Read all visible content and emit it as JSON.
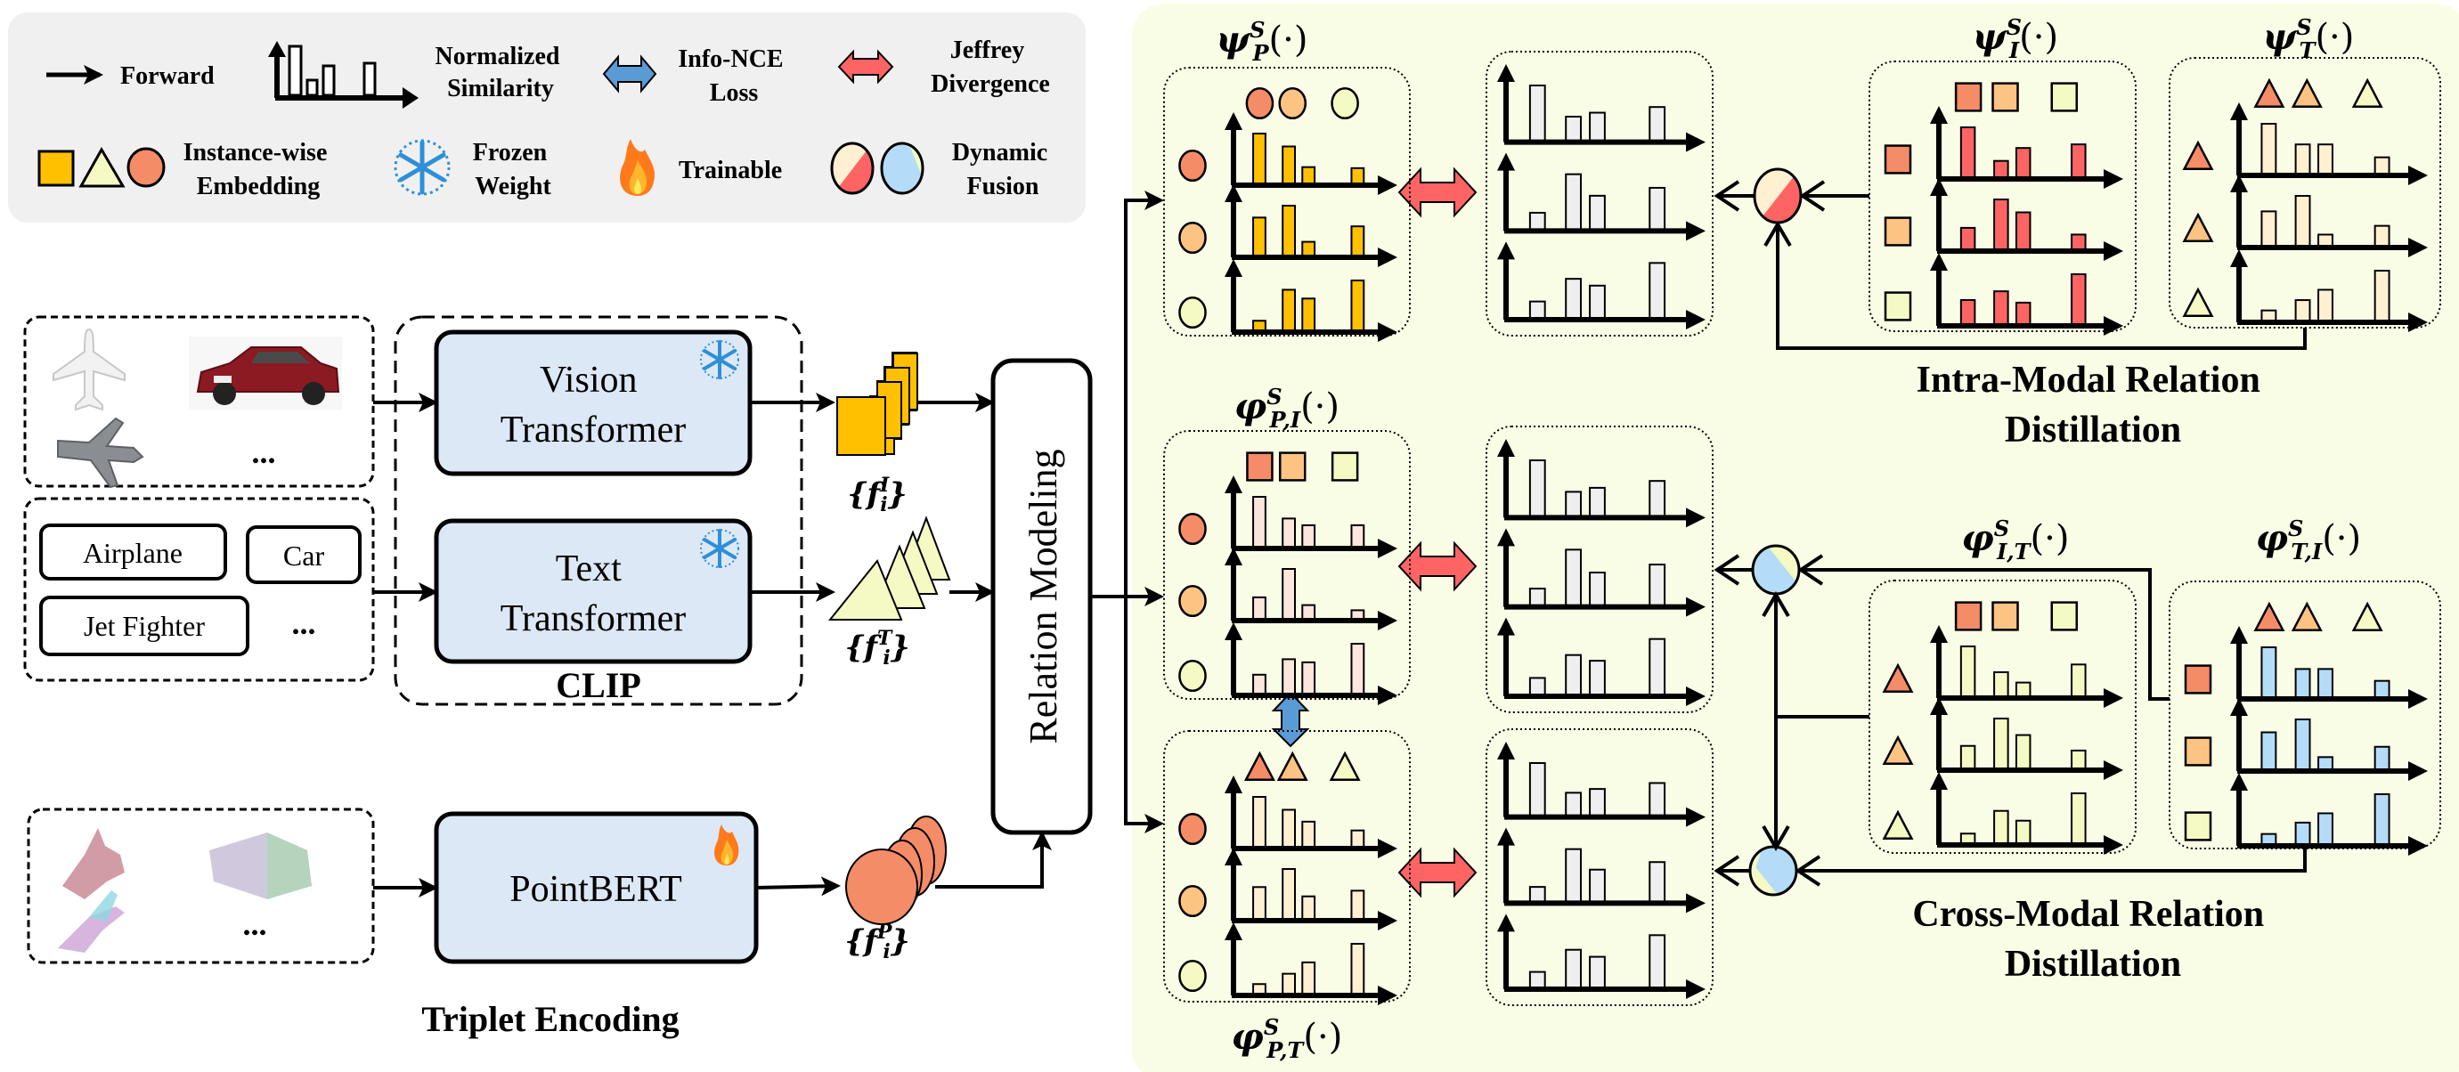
{
  "legend": {
    "forward": "Forward",
    "normalized_similarity": [
      "Normalized",
      "Similarity"
    ],
    "info_nce": [
      "Info-NCE",
      "Loss"
    ],
    "jeffrey": [
      "Jeffrey",
      "Divergence"
    ],
    "instance_embedding": [
      "Instance-wise",
      "Embedding"
    ],
    "frozen": [
      "Frozen",
      "Weight"
    ],
    "trainable": "Trainable",
    "dynamic_fusion": [
      "Dynamic",
      "Fusion"
    ]
  },
  "colors": {
    "legend_bg": "#f0f0f0",
    "panel_bg": "#fafde6",
    "encoder_fill": "#dce8f5",
    "image_embed": "#ffc000",
    "text_embed": "#f5fac4",
    "point_embed": "#f48c68",
    "inst1": "#f48c68",
    "inst2": "#fdc383",
    "inst3": "#f5fac4",
    "jeffrey_arrow": "#ff6464",
    "infonce_arrow": "#5b9bd5",
    "snowflake": "#2e8fd8",
    "grey_bar": "#efefef",
    "bar_psi_P": "#ffc000",
    "bar_psi_I": "#ff6464",
    "bar_psi_T": "#fff0d2",
    "bar_phi_PI": "#fde6dc",
    "bar_phi_PT": "#fff0d2",
    "bar_phi_IT": "#f5fac4",
    "bar_phi_TI": "#b4dcf8",
    "fusion_intra_a": "#fff0d2",
    "fusion_intra_b": "#ff6464",
    "fusion_cross_a": "#f5fac4",
    "fusion_cross_b": "#b4dcf8"
  },
  "inputs": {
    "text_labels": [
      "Airplane",
      "Car",
      "Jet Fighter",
      "..."
    ],
    "image_ellipsis": "...",
    "point_ellipsis": "..."
  },
  "encoders": {
    "vision": [
      "Vision",
      "Transformer"
    ],
    "text": [
      "Text",
      "Transformer"
    ],
    "point": "PointBERT",
    "clip_label": "CLIP",
    "section_label": "Triplet Encoding"
  },
  "features": {
    "image": {
      "base": "f",
      "sup": "I",
      "sub": "i"
    },
    "text": {
      "base": "f",
      "sup": "T",
      "sub": "i"
    },
    "point": {
      "base": "f",
      "sup": "P",
      "sub": "i"
    }
  },
  "relation_modeling": "Relation Modeling",
  "sections": {
    "intra": [
      "Intra-Modal Relation",
      "Distillation"
    ],
    "cross": [
      "Cross-Modal Relation",
      "Distillation"
    ]
  },
  "relation_blocks": [
    {
      "id": "psi_P",
      "sym": "ψ",
      "sup": "S",
      "sub": "P",
      "row_shape": "circle",
      "col_shape": "circle",
      "bar_color_key": "bar_psi_P",
      "bars": [
        [
          1.0,
          0.75,
          0.35,
          0.33
        ],
        [
          0.77,
          1.0,
          0.3,
          0.6
        ],
        [
          0.22,
          0.82,
          0.65,
          1.0
        ]
      ]
    },
    {
      "id": "psi_I",
      "sym": "ψ",
      "sup": "S",
      "sub": "I",
      "row_shape": "square",
      "col_shape": "square",
      "bar_color_key": "bar_psi_I",
      "bars": [
        [
          1.0,
          0.35,
          0.6,
          0.67
        ],
        [
          0.45,
          1.0,
          0.75,
          0.32
        ],
        [
          0.5,
          0.67,
          0.45,
          1.0
        ]
      ]
    },
    {
      "id": "psi_T",
      "sym": "ψ",
      "sup": "S",
      "sub": "T",
      "row_shape": "triangle",
      "col_shape": "triangle",
      "bar_color_key": "bar_psi_T",
      "bars": [
        [
          1.0,
          0.6,
          0.6,
          0.35
        ],
        [
          0.7,
          1.0,
          0.25,
          0.42
        ],
        [
          0.23,
          0.43,
          0.63,
          1.0
        ]
      ]
    },
    {
      "id": "phi_PI",
      "sym": "φ",
      "sup": "S",
      "sub": "P,I",
      "row_shape": "circle",
      "col_shape": "square",
      "bar_color_key": "bar_phi_PI",
      "bars": [
        [
          1.0,
          0.58,
          0.45,
          0.45
        ],
        [
          0.45,
          1.0,
          0.3,
          0.2
        ],
        [
          0.4,
          0.7,
          0.64,
          1.0
        ]
      ]
    },
    {
      "id": "phi_PT",
      "sym": "φ",
      "sup": "S",
      "sub": "P,T",
      "row_shape": "circle",
      "col_shape": "triangle",
      "bar_color_key": "bar_phi_PT",
      "bars": [
        [
          1.0,
          0.75,
          0.52,
          0.35
        ],
        [
          0.65,
          1.0,
          0.47,
          0.58
        ],
        [
          0.22,
          0.42,
          0.64,
          1.0
        ]
      ]
    },
    {
      "id": "phi_IT",
      "sym": "φ",
      "sup": "S",
      "sub": "I,T",
      "row_shape": "triangle",
      "col_shape": "square",
      "bar_color_key": "bar_phi_IT",
      "bars": [
        [
          1.0,
          0.5,
          0.3,
          0.65
        ],
        [
          0.47,
          1.0,
          0.68,
          0.38
        ],
        [
          0.22,
          0.66,
          0.47,
          1.0
        ]
      ]
    },
    {
      "id": "phi_TI",
      "sym": "φ",
      "sup": "S",
      "sub": "T,I",
      "row_shape": "square",
      "col_shape": "triangle",
      "bar_color_key": "bar_phi_TI",
      "bars": [
        [
          1.0,
          0.58,
          0.58,
          0.35
        ],
        [
          0.75,
          1.0,
          0.27,
          0.47
        ],
        [
          0.23,
          0.45,
          0.63,
          1.0
        ]
      ]
    }
  ],
  "fused_blocks": [
    {
      "id": "fused_psi",
      "bars": [
        [
          1.0,
          0.45,
          0.52,
          0.62
        ],
        [
          0.32,
          1.0,
          0.62,
          0.76
        ],
        [
          0.32,
          0.72,
          0.6,
          1.0
        ]
      ]
    },
    {
      "id": "fused_phi_I",
      "bars": [
        [
          1.0,
          0.45,
          0.52,
          0.64
        ],
        [
          0.32,
          1.0,
          0.6,
          0.74
        ],
        [
          0.32,
          0.72,
          0.62,
          1.0
        ]
      ]
    },
    {
      "id": "fused_phi_T",
      "bars": [
        [
          1.0,
          0.45,
          0.52,
          0.63
        ],
        [
          0.3,
          1.0,
          0.62,
          0.76
        ],
        [
          0.32,
          0.73,
          0.6,
          1.0
        ]
      ]
    }
  ]
}
